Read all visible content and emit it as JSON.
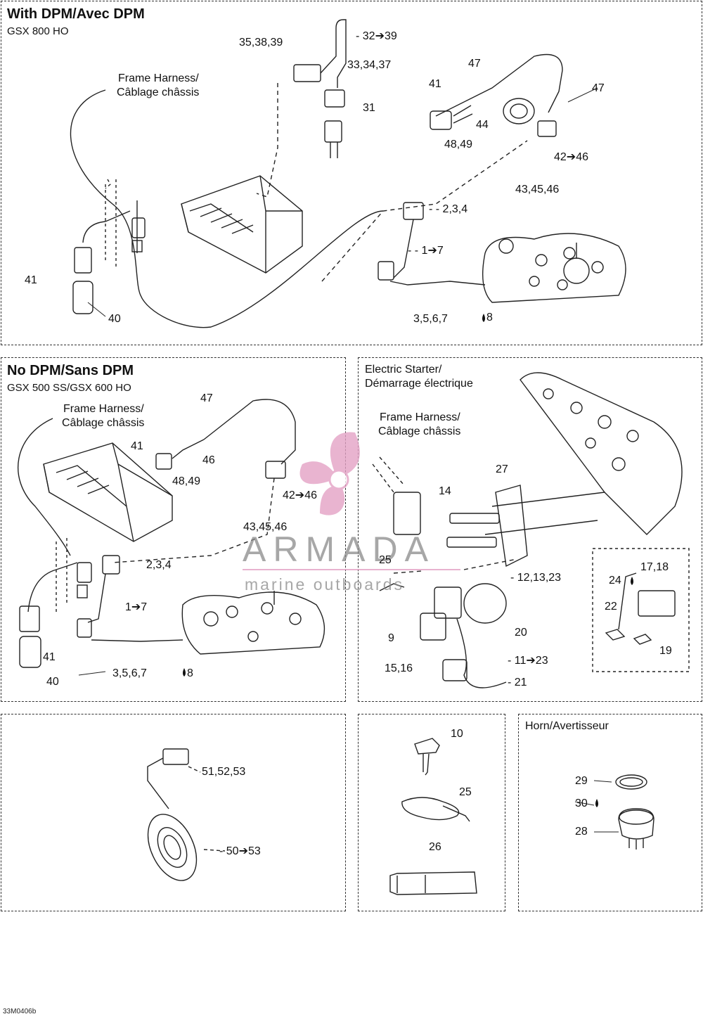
{
  "panels": {
    "with_dpm": {
      "title": "With DPM/Avec DPM",
      "model": "GSX 800 HO",
      "frame_harness": [
        "Frame Harness/",
        "Câblage châssis"
      ],
      "callouts": {
        "c35": "35,38,39",
        "c32": "- 32➔39",
        "c33": "33,34,37",
        "c31": "31",
        "c47a": "47",
        "c47b": "47",
        "c41": "41",
        "c44": "44",
        "c48": "48,49",
        "c42": "42➔46",
        "c43": "43,45,46",
        "c234": "- - 2,3,4",
        "c17": "- - 1➔7",
        "c41b": "41",
        "c40": "40",
        "c3567": "3,5,6,7",
        "c8": "8"
      }
    },
    "no_dpm": {
      "title": "No DPM/Sans DPM",
      "model": "GSX 500 SS/GSX 600 HO",
      "frame_harness": [
        "Frame Harness/",
        "Câblage châssis"
      ],
      "callouts": {
        "c47": "47",
        "c41": "41",
        "c46": "46",
        "c48": "48,49",
        "c42": "42➔46",
        "c43": "43,45,46",
        "c234": "2,3,4",
        "c17": "1➔7",
        "c41b": "41",
        "c40": "40",
        "c3567": "3,5,6,7",
        "c8": "8"
      }
    },
    "electric_starter": {
      "title": [
        "Electric Starter/",
        "Démarrage électrique"
      ],
      "frame_harness": [
        "Frame Harness/",
        "Câblage châssis"
      ],
      "callouts": {
        "c27": "27",
        "c14": "14",
        "c25": "25",
        "c12": "- 12,13,23",
        "c9": "9",
        "c20": "20",
        "c15": "15,16",
        "c11": "- 11➔23",
        "c21": "- 21",
        "c24": "24",
        "c1718": "17,18",
        "c22": "22",
        "c19": "19"
      }
    },
    "sensor": {
      "callouts": {
        "c51": "51,52,53",
        "c50": "- 50➔53"
      }
    },
    "hardware": {
      "callouts": {
        "c10": "10",
        "c25": "25",
        "c26": "26"
      }
    },
    "horn": {
      "title": "Horn/Avertisseur",
      "callouts": {
        "c29": "29",
        "c30": "30",
        "c28": "28"
      }
    }
  },
  "watermark": {
    "brand": "ARMADA",
    "tagline": "marine outboards",
    "accent": "#e3a0c4"
  },
  "footer_code": "33M0406b"
}
